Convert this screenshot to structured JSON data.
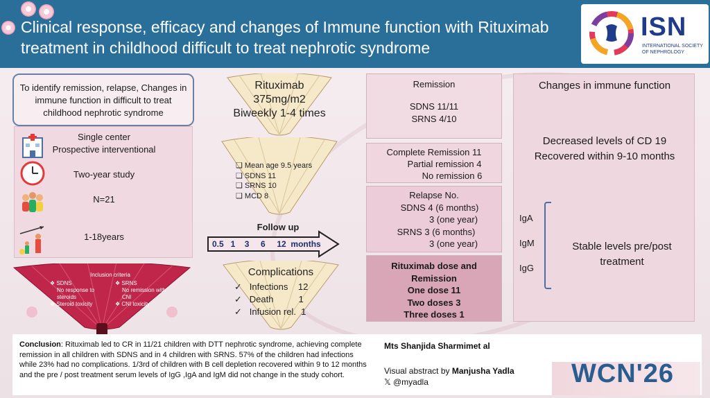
{
  "header": {
    "title": "Clinical response, efficacy and changes of Immune function with Rituximab treatment in childhood difficult to treat nephrotic syndrome",
    "logo_text": "ISN",
    "logo_sub1": "INTERNATIONAL SOCIETY",
    "logo_sub2": "OF NEPHROLOGY"
  },
  "aim": "To identify remission, relapse, Changes in immune function in difficult to treat childhood nephrotic syndrome",
  "design": {
    "center_line1": "Single center",
    "center_line2": "Prospective interventional",
    "duration": "Two-year study",
    "n": "N=21",
    "age": "1-18years"
  },
  "inclusion": {
    "title": "Inclusion criteria",
    "left": [
      "SDNS",
      "No response to steroids",
      "Steroid toxicity"
    ],
    "right": [
      "SRNS",
      "No remission with CNI",
      "CNI toxicity"
    ]
  },
  "rituximab": {
    "line1": "Rituximab",
    "line2": "375mg/m2",
    "line3": "Biweekly 1-4 times"
  },
  "cohort": [
    "Mean age  9.5 years",
    "SDNS  11",
    "SRNS  10",
    "MCD     8"
  ],
  "followup": {
    "label": "Follow up",
    "points": "0.5   1    3     6     12  months"
  },
  "complications": {
    "title": "Complications",
    "items": [
      {
        "name": "Infections",
        "value": "12"
      },
      {
        "name": "Death",
        "value": "1"
      },
      {
        "name": "Infusion rel.",
        "value": "1"
      }
    ]
  },
  "remission": {
    "title": "Remission",
    "sdns": "SDNS  11/11",
    "srns": "SRNS  4/10"
  },
  "remission_type": [
    "Complete Remission 11",
    "Partial remission    4",
    "No remission   6"
  ],
  "relapse": {
    "title": "Relapse No.",
    "lines": [
      "SDNS  4 (6 months)",
      "3  (one year)",
      "SRNS    3  (6 months)",
      "3  (one year)"
    ]
  },
  "dose": {
    "title1": "Rituximab dose and",
    "title2": "Remission",
    "lines": [
      "One dose   11",
      "Two doses    3",
      "Three doses 1"
    ]
  },
  "immune": {
    "title": "Changes in immune function",
    "cd19_1": "Decreased levels of CD 19",
    "cd19_2": "Recovered within 9-10 months",
    "ig": [
      "IgA",
      "IgM",
      "IgG"
    ],
    "stable1": "Stable levels pre/post",
    "stable2": "treatment"
  },
  "bottom": {
    "conclusion_label": "Conclusion",
    "conclusion_text": ": Rituximab led to CR in 11/21 children with DTT nephrotic syndrome, achieving complete remission in all children with SDNS and in 4 children with SRNS. 57% of the children had infections while 23% had no complications. 1/3rd of children with B cell depletion recovered within 9 to 12 months and the pre / post treatment serum levels of IgG ,IgA and IgM did not change in the study cohort.",
    "author": "Mts Shanjida Sharmimet al",
    "va_prefix": "Visual abstract by ",
    "va_name": "Manjusha Yadla",
    "handle": "𝕏 @myadla",
    "congress": "WCN'26"
  },
  "colors": {
    "header": "#2a6f9a",
    "fan_red": "#c0264a",
    "accent_blue": "#1f3c8a"
  }
}
